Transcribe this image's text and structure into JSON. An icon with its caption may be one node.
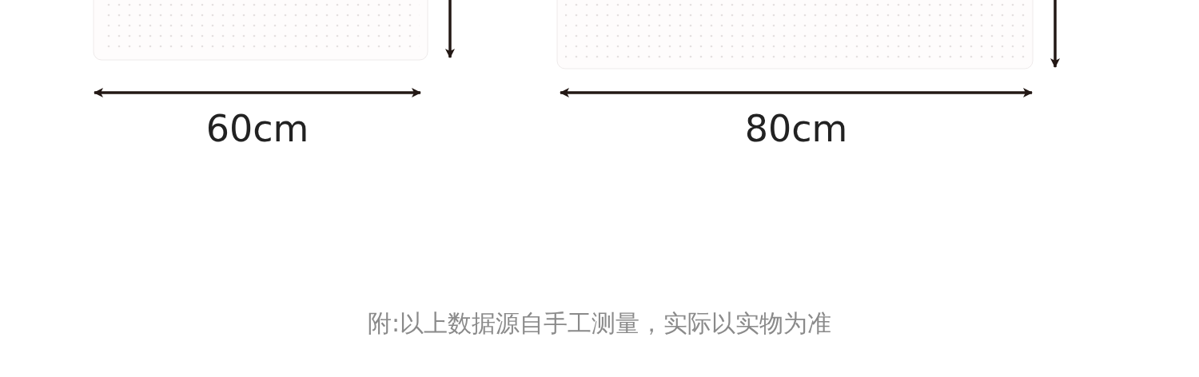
{
  "diagram": {
    "labels": [
      "60cm",
      "80cm",
      "附:以上数据源自手工测量，实际以实物为准"
    ]
  }
}
